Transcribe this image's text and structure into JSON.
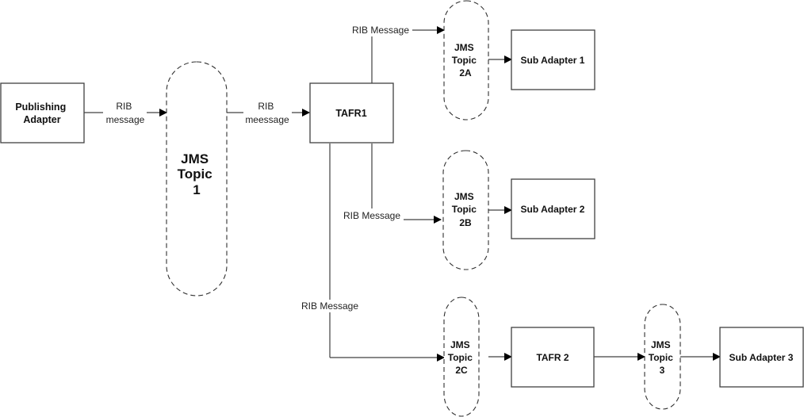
{
  "nodes": {
    "publishing_adapter": [
      "Publishing",
      "Adapter"
    ],
    "jms_topic_1": [
      "JMS",
      "Topic",
      "1"
    ],
    "tafr1": "TAFR1",
    "jms_topic_2a": [
      "JMS",
      "Topic",
      "2A"
    ],
    "jms_topic_2b": [
      "JMS",
      "Topic",
      "2B"
    ],
    "jms_topic_2c": [
      "JMS",
      "Topic",
      "2C"
    ],
    "sub_adapter_1": "Sub Adapter 1",
    "sub_adapter_2": "Sub Adapter 2",
    "tafr2": "TAFR 2",
    "jms_topic_3": [
      "JMS",
      "Topic",
      "3"
    ],
    "sub_adapter_3": "Sub Adapter 3"
  },
  "edge_labels": {
    "pub_to_topic1": [
      "RIB",
      "message"
    ],
    "topic1_to_tafr1": [
      "RIB",
      "meessage"
    ],
    "tafr1_to_2a": "RIB Message",
    "tafr1_to_2b": "RIB Message",
    "tafr1_to_2c": "RIB Message"
  }
}
